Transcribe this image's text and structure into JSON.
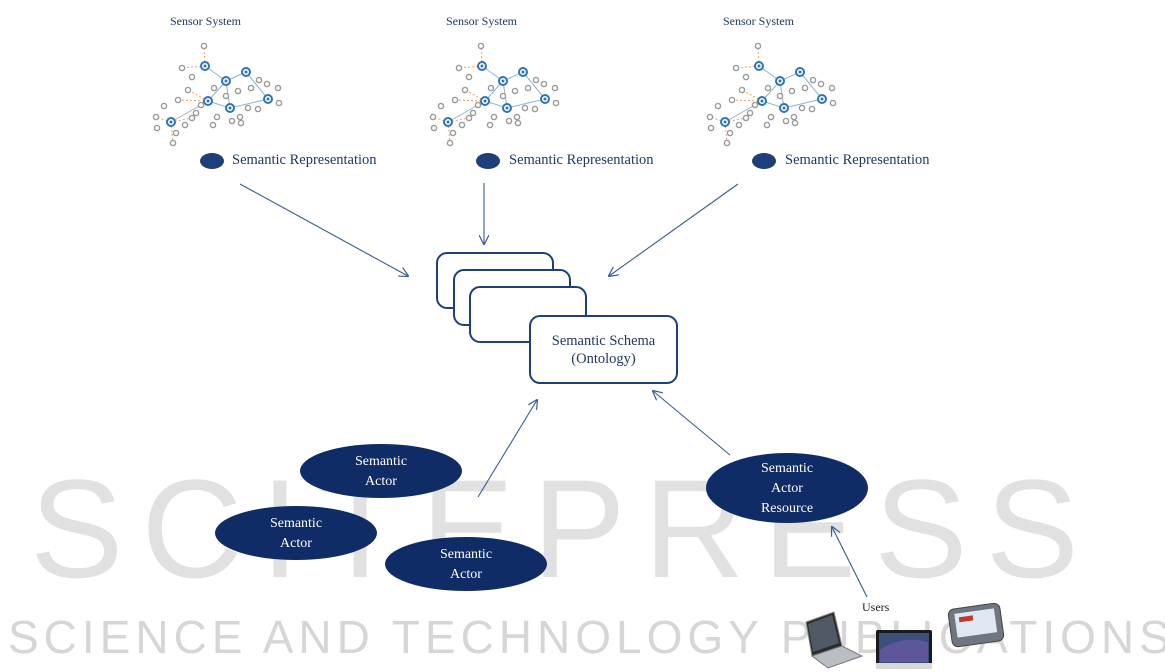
{
  "sensor_systems": [
    {
      "title": "Sensor System",
      "representation": "Semantic Representation"
    },
    {
      "title": "Sensor System",
      "representation": "Semantic Representation"
    },
    {
      "title": "Sensor System",
      "representation": "Semantic Representation"
    }
  ],
  "schema": {
    "line1": "Semantic Schema",
    "line2": "(Ontology)"
  },
  "actors": [
    {
      "line1": "Semantic",
      "line2": "Actor"
    },
    {
      "line1": "Semantic",
      "line2": "Actor"
    },
    {
      "line1": "Semantic",
      "line2": "Actor"
    }
  ],
  "resource_actor": {
    "line1": "Semantic",
    "line2": "Actor",
    "line3": "Resource"
  },
  "users": {
    "label": "Users",
    "devices": [
      "laptop-icon",
      "desktop-icon",
      "handheld-icon"
    ]
  },
  "watermark": {
    "line1": "SCITEPRESS",
    "line2": "SCIENCE AND TECHNOLOGY PUBLICATIONS"
  },
  "colors": {
    "text": "#1f3864",
    "actor_fill": "#0f2c66",
    "node_blue": "#2e75b6",
    "node_gray": "#9a9a9a",
    "arrow": "#3a5a99"
  }
}
